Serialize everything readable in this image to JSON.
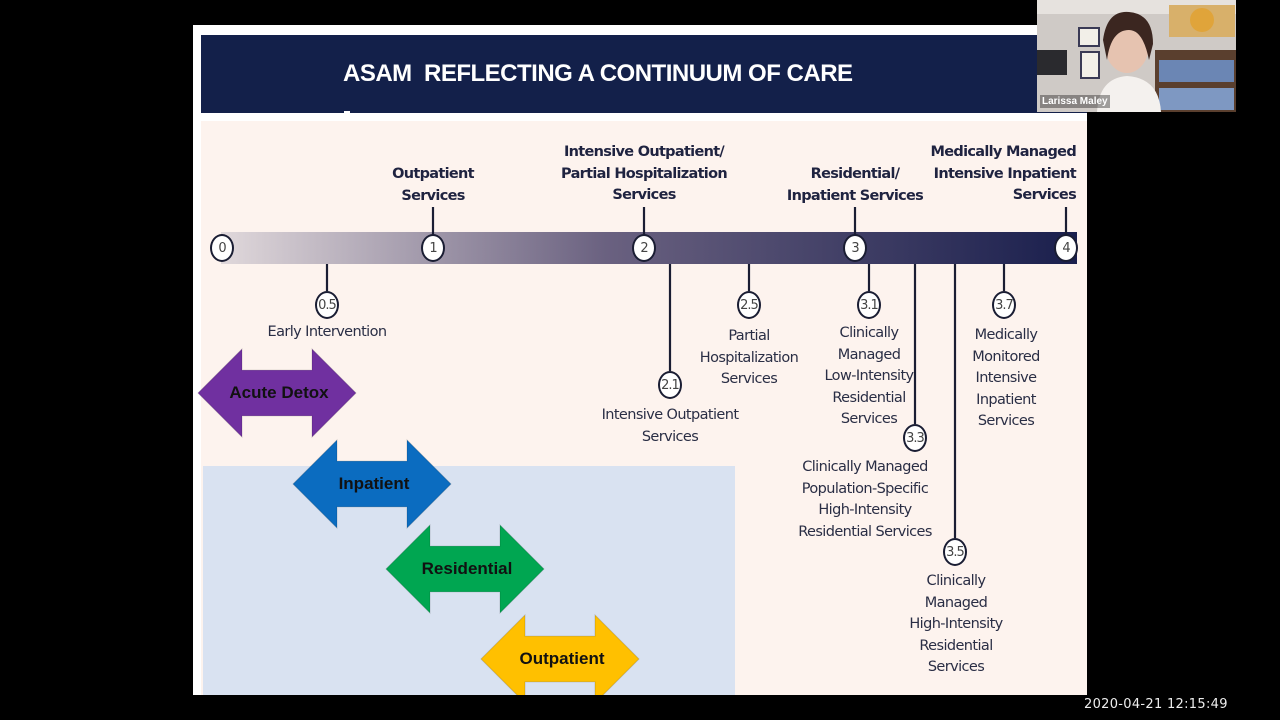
{
  "slide": {
    "title": "ASAM  REFLECTING A CONTINUUM OF CARE",
    "colors": {
      "header_bg": "#13204a",
      "panel_bg": "#fdf3ee",
      "highlight_block": "#d9e2f1",
      "timeline_start": "#d8d0d3",
      "timeline_end": "#1a1f4d"
    },
    "main_levels": [
      {
        "level": "0",
        "label": ""
      },
      {
        "level": "1",
        "label": "Outpatient\nServices"
      },
      {
        "level": "2",
        "label": "Intensive Outpatient/\nPartial Hospitalization\nServices"
      },
      {
        "level": "3",
        "label": "Residential/\nInpatient Services"
      },
      {
        "level": "4",
        "label": "Medically Managed\nIntensive Inpatient\nServices"
      }
    ],
    "sub_levels": [
      {
        "level": "0.5",
        "label": "Early Intervention"
      },
      {
        "level": "2.1",
        "label": "Intensive Outpatient\nServices"
      },
      {
        "level": "2.5",
        "label": "Partial\nHospitalization\nServices"
      },
      {
        "level": "3.1",
        "label": "Clinically\nManaged\nLow-Intensity\nResidential\nServices"
      },
      {
        "level": "3.3",
        "label": "Clinically Managed\nPopulation-Specific\nHigh-Intensity\nResidential Services"
      },
      {
        "level": "3.5",
        "label": "Clinically\nManaged\nHigh-Intensity\nResidential\nServices"
      },
      {
        "level": "3.7",
        "label": "Medically\nMonitored\nIntensive\nInpatient\nServices"
      }
    ],
    "arrows": [
      {
        "label": "Acute Detox",
        "color": "#7030a0"
      },
      {
        "label": "Inpatient",
        "color": "#0b6cc0"
      },
      {
        "label": "Residential",
        "color": "#00a651"
      },
      {
        "label": "Outpatient",
        "color": "#ffc000"
      }
    ]
  },
  "webcam": {
    "participant_name": "Larissa Maley"
  },
  "timestamp": "2020-04-21  12:15:49"
}
